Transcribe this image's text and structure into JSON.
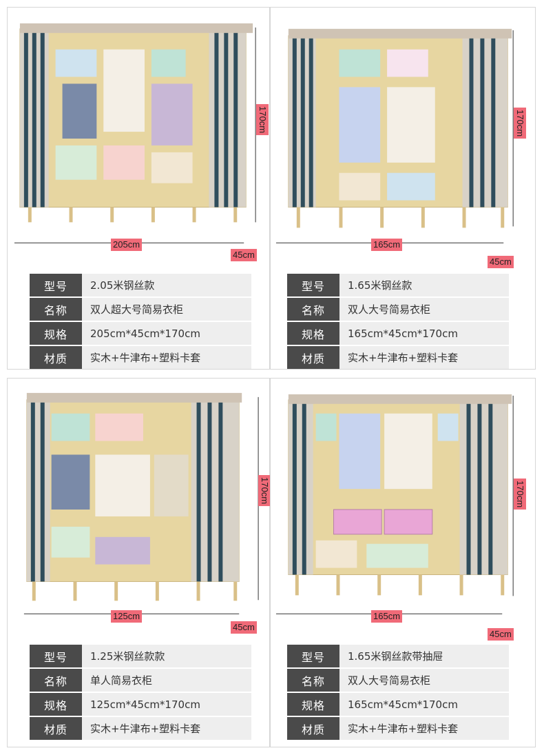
{
  "labels": {
    "model": "型号",
    "name": "名称",
    "size": "规格",
    "material": "材质"
  },
  "panels": [
    {
      "width_label": "205cm",
      "depth_label": "45cm",
      "height_label": "170cm",
      "model": "2.05米钢丝款",
      "name": "双人超大号简易衣柜",
      "size": "205cm*45cm*170cm",
      "material": "实木+牛津布+塑料卡套"
    },
    {
      "width_label": "165cm",
      "depth_label": "45cm",
      "height_label": "170cm",
      "model": "1.65米钢丝款",
      "name": "双人大号简易衣柜",
      "size": "165cm*45cm*170cm",
      "material": "实木+牛津布+塑料卡套"
    },
    {
      "width_label": "125cm",
      "depth_label": "45cm",
      "height_label": "170cm",
      "model": "1.25米钢丝款款",
      "name": "单人简易衣柜",
      "size": "125cm*45cm*170cm",
      "material": "实木+牛津布+塑料卡套"
    },
    {
      "width_label": "165cm",
      "depth_label": "45cm",
      "height_label": "170cm",
      "model": "1.65米钢丝款带抽屉",
      "name": "双人大号简易衣柜",
      "size": "165cm*45cm*170cm",
      "material": "实木+牛津布+塑料卡套"
    }
  ],
  "colors": {
    "tag": "#f06a78",
    "spec_key": "#4a4a4a",
    "spec_value": "#eeeeee",
    "wardrobe_frame": "#e8d9a8",
    "cover_stripe": "#2f4d5c"
  }
}
